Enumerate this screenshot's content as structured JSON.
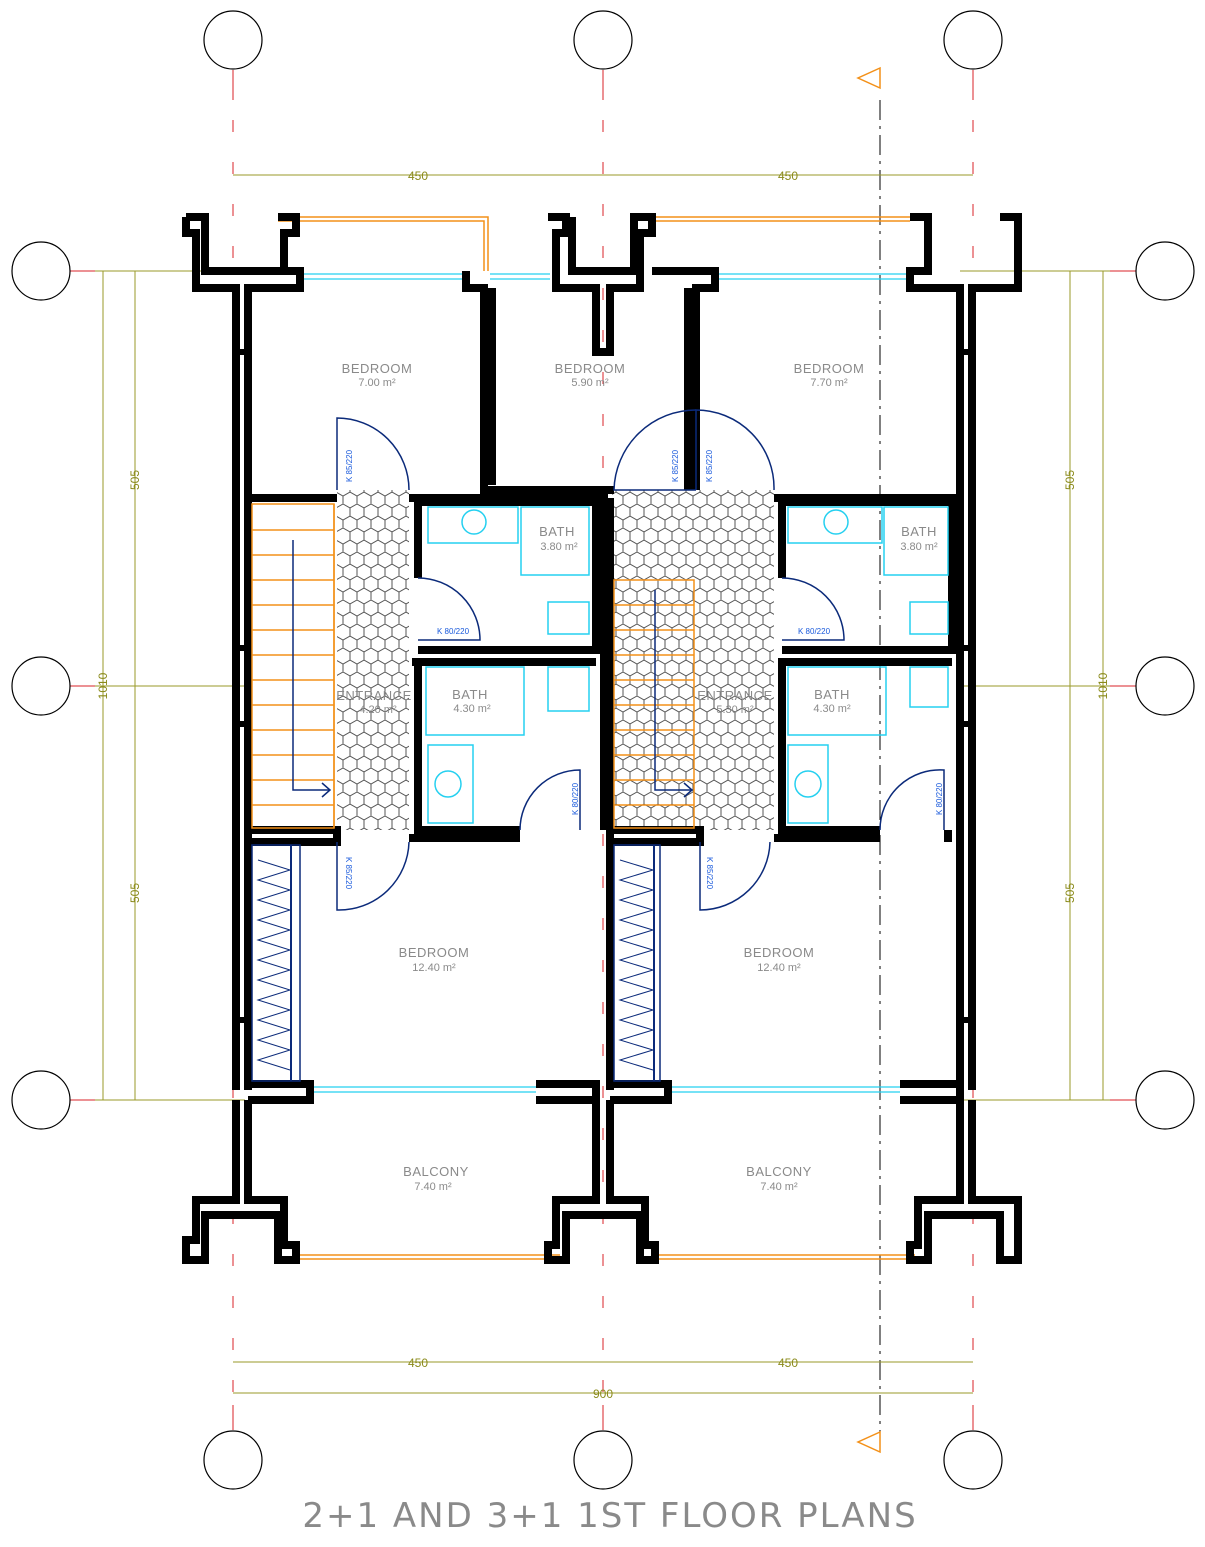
{
  "title": "2+1 AND 3+1 1ST FLOOR PLANS",
  "dimensions": {
    "top_left": "450",
    "top_right": "450",
    "bottom_left": "450",
    "bottom_right": "450",
    "bottom_total": "900",
    "left_top": "505",
    "left_total": "1010",
    "left_bottom": "505",
    "right_top": "505",
    "right_total": "1010",
    "right_bottom": "505"
  },
  "rooms": [
    {
      "name": "BEDROOM",
      "area": "7.00 m²"
    },
    {
      "name": "BEDROOM",
      "area": "5.90 m²"
    },
    {
      "name": "BEDROOM",
      "area": "7.70 m²"
    },
    {
      "name": "BATH",
      "area": "3.80 m²"
    },
    {
      "name": "BATH",
      "area": "3.80 m²"
    },
    {
      "name": "ENTRANCE",
      "area": "4.20 m²"
    },
    {
      "name": "BATH",
      "area": "4.30 m²"
    },
    {
      "name": "ENTRANCE",
      "area": "5.30 m²"
    },
    {
      "name": "BATH",
      "area": "4.30 m²"
    },
    {
      "name": "BEDROOM",
      "area": "12.40 m²"
    },
    {
      "name": "BEDROOM",
      "area": "12.40 m²"
    },
    {
      "name": "BALCONY",
      "area": "7.40 m²"
    },
    {
      "name": "BALCONY",
      "area": "7.40 m²"
    }
  ],
  "doors": [
    "K 85/220",
    "K 85/220",
    "K 85/220",
    "K 80/220",
    "K 80/220",
    "K 80/220",
    "K 80/220",
    "K 85/220",
    "K 85/220"
  ],
  "colors": {
    "wall": "#000000",
    "glass": "#25d0f0",
    "railing": "#f39018",
    "axis": "#d8232a",
    "dimension": "#9a9a2a",
    "door_swing": "#0b2a7a",
    "label": "#8a8a8a"
  }
}
